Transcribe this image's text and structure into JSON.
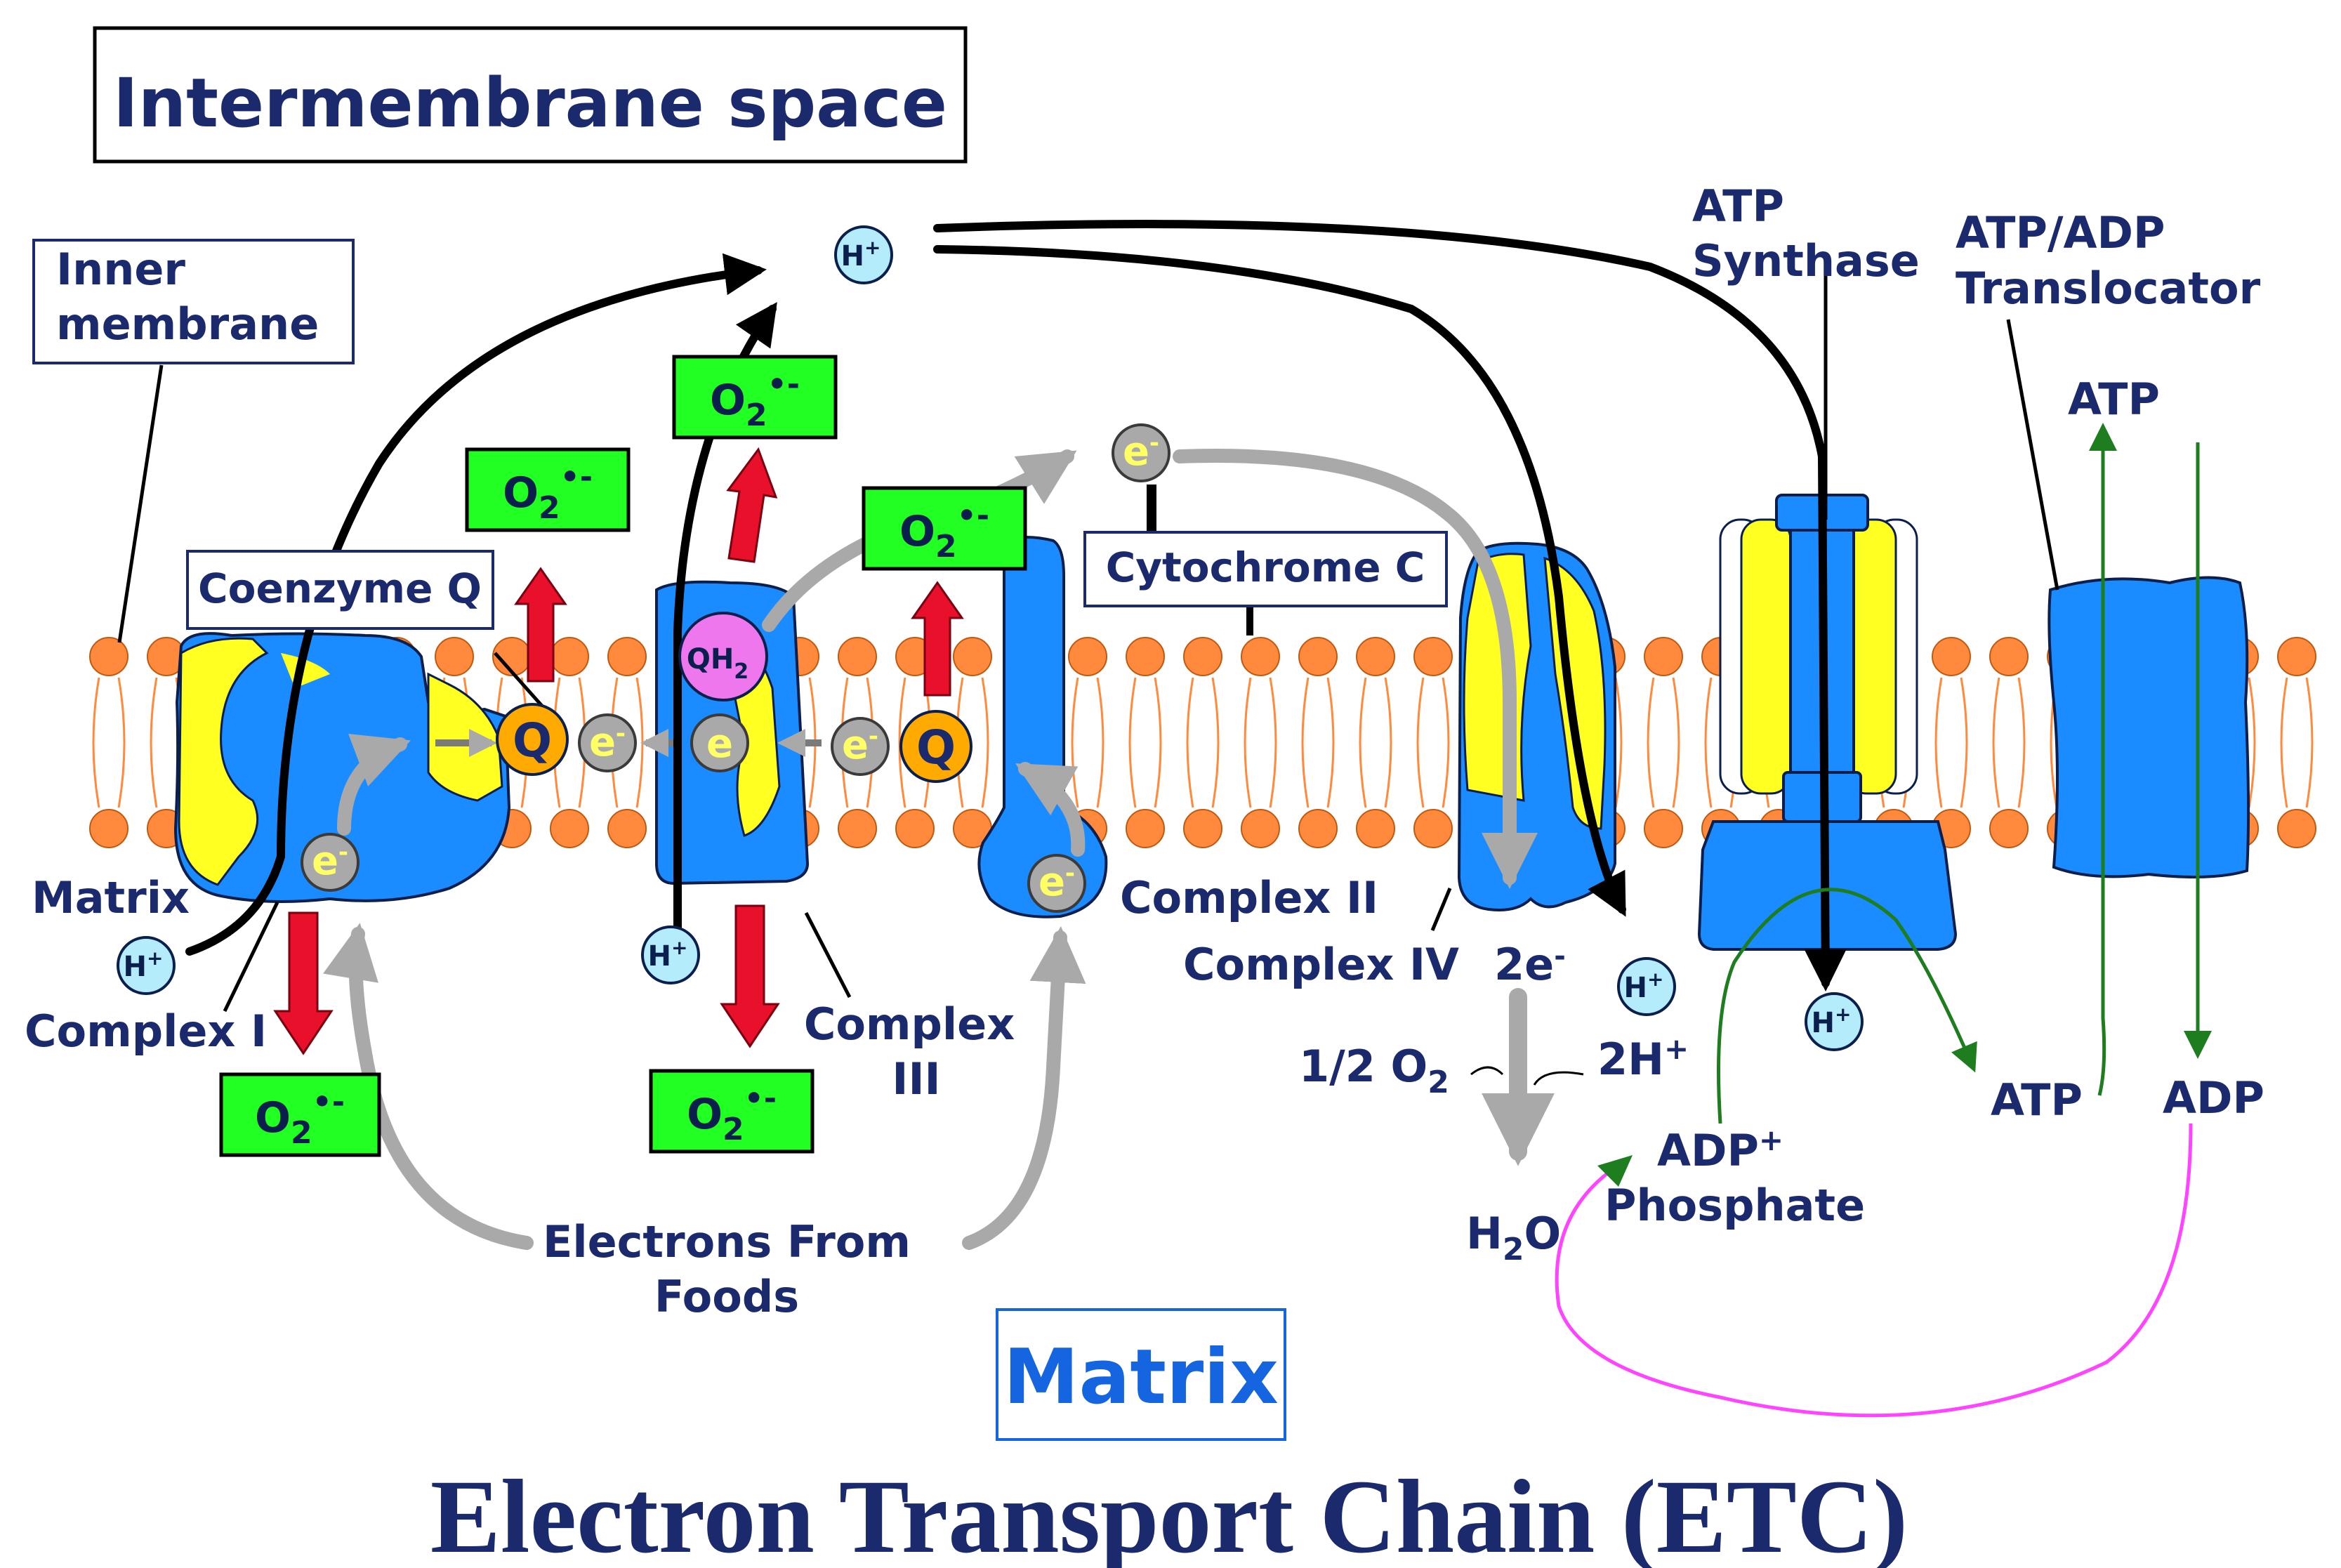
{
  "title": "Electron Transport Chain (ETC)",
  "regions": {
    "intermembrane": "Intermembrane space",
    "matrix_box": "Matrix",
    "matrix_side": "Matrix",
    "inner_membrane_line1": "Inner",
    "inner_membrane_line2": "membrane"
  },
  "complexes": {
    "complex_i": "Complex I",
    "complex_ii": "Complex II",
    "complex_iii_line1": "Complex",
    "complex_iii_line2": "III",
    "complex_iv": "Complex IV",
    "coenzyme_q": "Coenzyme Q",
    "cytochrome_c": "Cytochrome C",
    "atp_synthase_line1": "ATP",
    "atp_synthase_line2": "Synthase",
    "translocator_line1": "ATP/ADP",
    "translocator_line2": "Translocator"
  },
  "molecules": {
    "proton_base": "H",
    "proton_sup": "+",
    "electron_base": "e",
    "electron_sup": "-",
    "q": "Q",
    "qh2_base": "QH",
    "qh2_sub": "2",
    "superoxide_base": "O",
    "superoxide_sub": "2",
    "superoxide_sup": "•-"
  },
  "reactions": {
    "two_e": "2e",
    "two_e_sup": "-",
    "half_o2": "1/2 O",
    "half_o2_sub": "2",
    "two_h": "2H",
    "two_h_sup": "+",
    "water_h": "H",
    "water_sub": "2",
    "water_o": "O",
    "adp_phosphate_line1": "ADP",
    "adp_phosphate_sup": "+",
    "adp_phosphate_line2": "Phosphate",
    "atp_out": "ATP",
    "atp_top": "ATP",
    "adp_right": "ADP",
    "electrons_line1": "Electrons From",
    "electrons_line2": "Foods"
  },
  "colors": {
    "protein_blue": "#1a8cff",
    "protein_yellow": "#ffff22",
    "lipid_orange": "#ff8a3d",
    "ros_green": "#22ff22",
    "ros_arrow_red": "#e8102a",
    "coenzyme_orange": "#ffaa00",
    "qh2_pink": "#ee77ee",
    "electron_gray": "#a9a9a9",
    "proton_cyan": "#b5ecfb",
    "text_navy": "#1a2a6c",
    "adp_magenta": "#ff44ff",
    "atp_green": "#1e7d1e"
  },
  "icons": {
    "proton": "proton-circle-icon",
    "electron": "electron-circle-icon",
    "superoxide": "superoxide-box-icon"
  }
}
